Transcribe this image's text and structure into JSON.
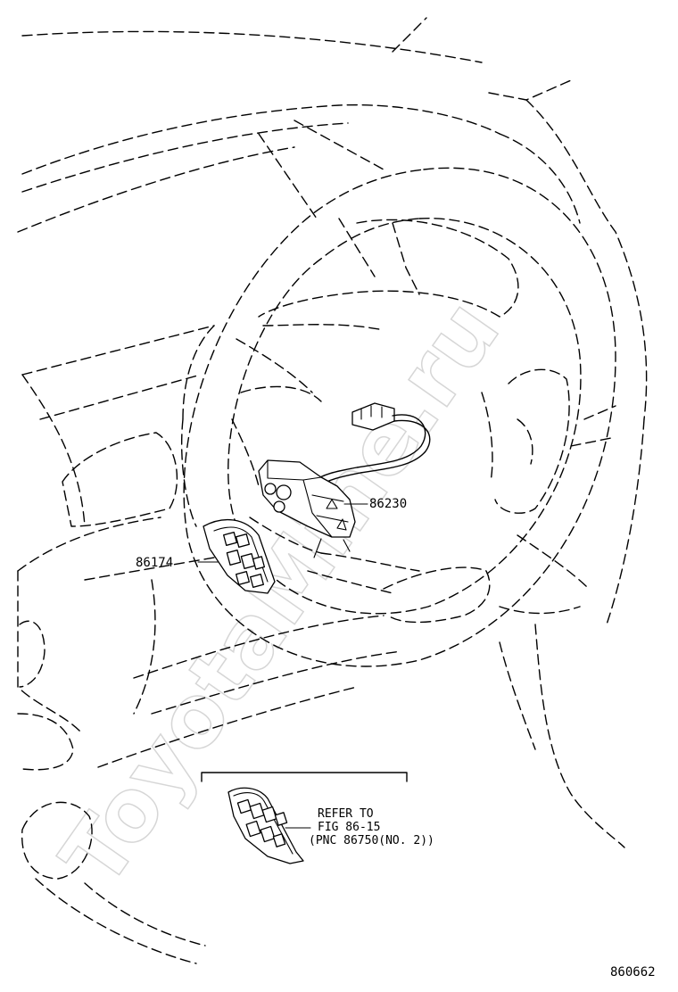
{
  "watermark": "ToyotaMine.ru",
  "callouts": {
    "switch_assy": "86230",
    "paddle_switch": "86174"
  },
  "reference_note": {
    "line1": "REFER TO",
    "line2": "FIG 86-15",
    "line3": "(PNC 86750(NO. 2))"
  },
  "figure_number": "860662"
}
